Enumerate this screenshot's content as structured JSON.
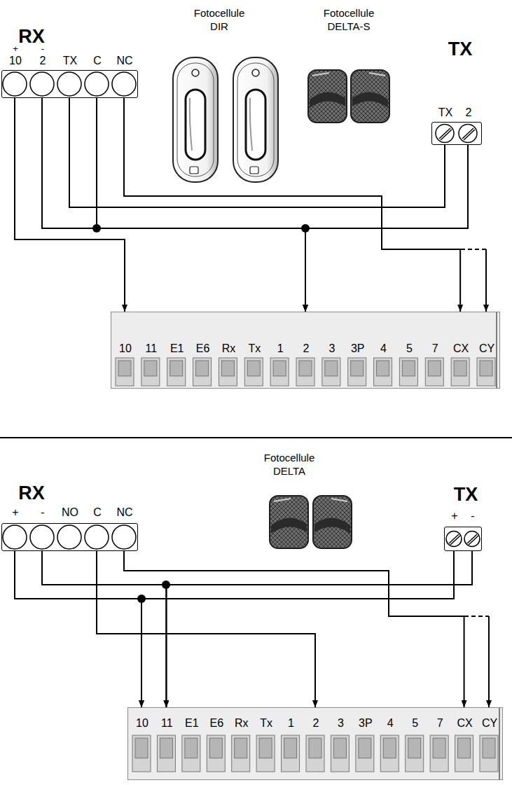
{
  "diagram": {
    "nodes": [
      {
        "text": [
          "RX",
          "+",
          "10",
          "-",
          "2",
          "TX",
          "C",
          "NC"
        ]
      },
      {
        "text": [
          "TX",
          "TX",
          "2"
        ]
      },
      {
        "text": [
          "10",
          "11",
          "E1",
          "E6",
          "Rx",
          "Tx",
          "1",
          "2",
          "3",
          "3P",
          "4",
          "5",
          "7",
          "CX",
          "CY"
        ]
      },
      {
        "text": [
          "RX",
          "+",
          "-",
          "NO",
          "C",
          "NC"
        ]
      },
      {
        "text": [
          "TX",
          "+",
          "-"
        ]
      },
      {
        "text": [
          "10",
          "11",
          "E1",
          "E6",
          "Rx",
          "Tx",
          "1",
          "2",
          "3",
          "3P",
          "4",
          "5",
          "7",
          "CX",
          "CY"
        ]
      }
    ],
    "edges": [
      {
        "from": 0,
        "to": 2,
        "arrow": "to"
      },
      {
        "from": 0,
        "to": 1,
        "arrow": "none"
      },
      {
        "from": 0,
        "to": 2,
        "arrow": "to"
      },
      {
        "from": 0,
        "to": 1,
        "arrow": "none"
      },
      {
        "from": 0,
        "to": 2,
        "arrow": "to"
      },
      {
        "from": 0,
        "to": 2,
        "arrow": "to"
      },
      {
        "from": 1,
        "to": 2,
        "arrow": "to"
      },
      {
        "from": 3,
        "to": 4,
        "arrow": "none"
      },
      {
        "from": 3,
        "to": 4,
        "arrow": "none"
      },
      {
        "from": 3,
        "to": 5,
        "arrow": "to"
      },
      {
        "from": 3,
        "to": 5,
        "arrow": "to"
      },
      {
        "from": 3,
        "to": 5,
        "arrow": "to"
      },
      {
        "from": 3,
        "to": 5,
        "arrow": "to"
      },
      {
        "from": 4,
        "to": 5,
        "arrow": "to"
      },
      {
        "from": 4,
        "to": 5,
        "arrow": "to"
      }
    ],
    "labels": [
      "Fotocellule DIR",
      "Fotocellule DELTA-S",
      "Fotocellule DELTA"
    ]
  }
}
